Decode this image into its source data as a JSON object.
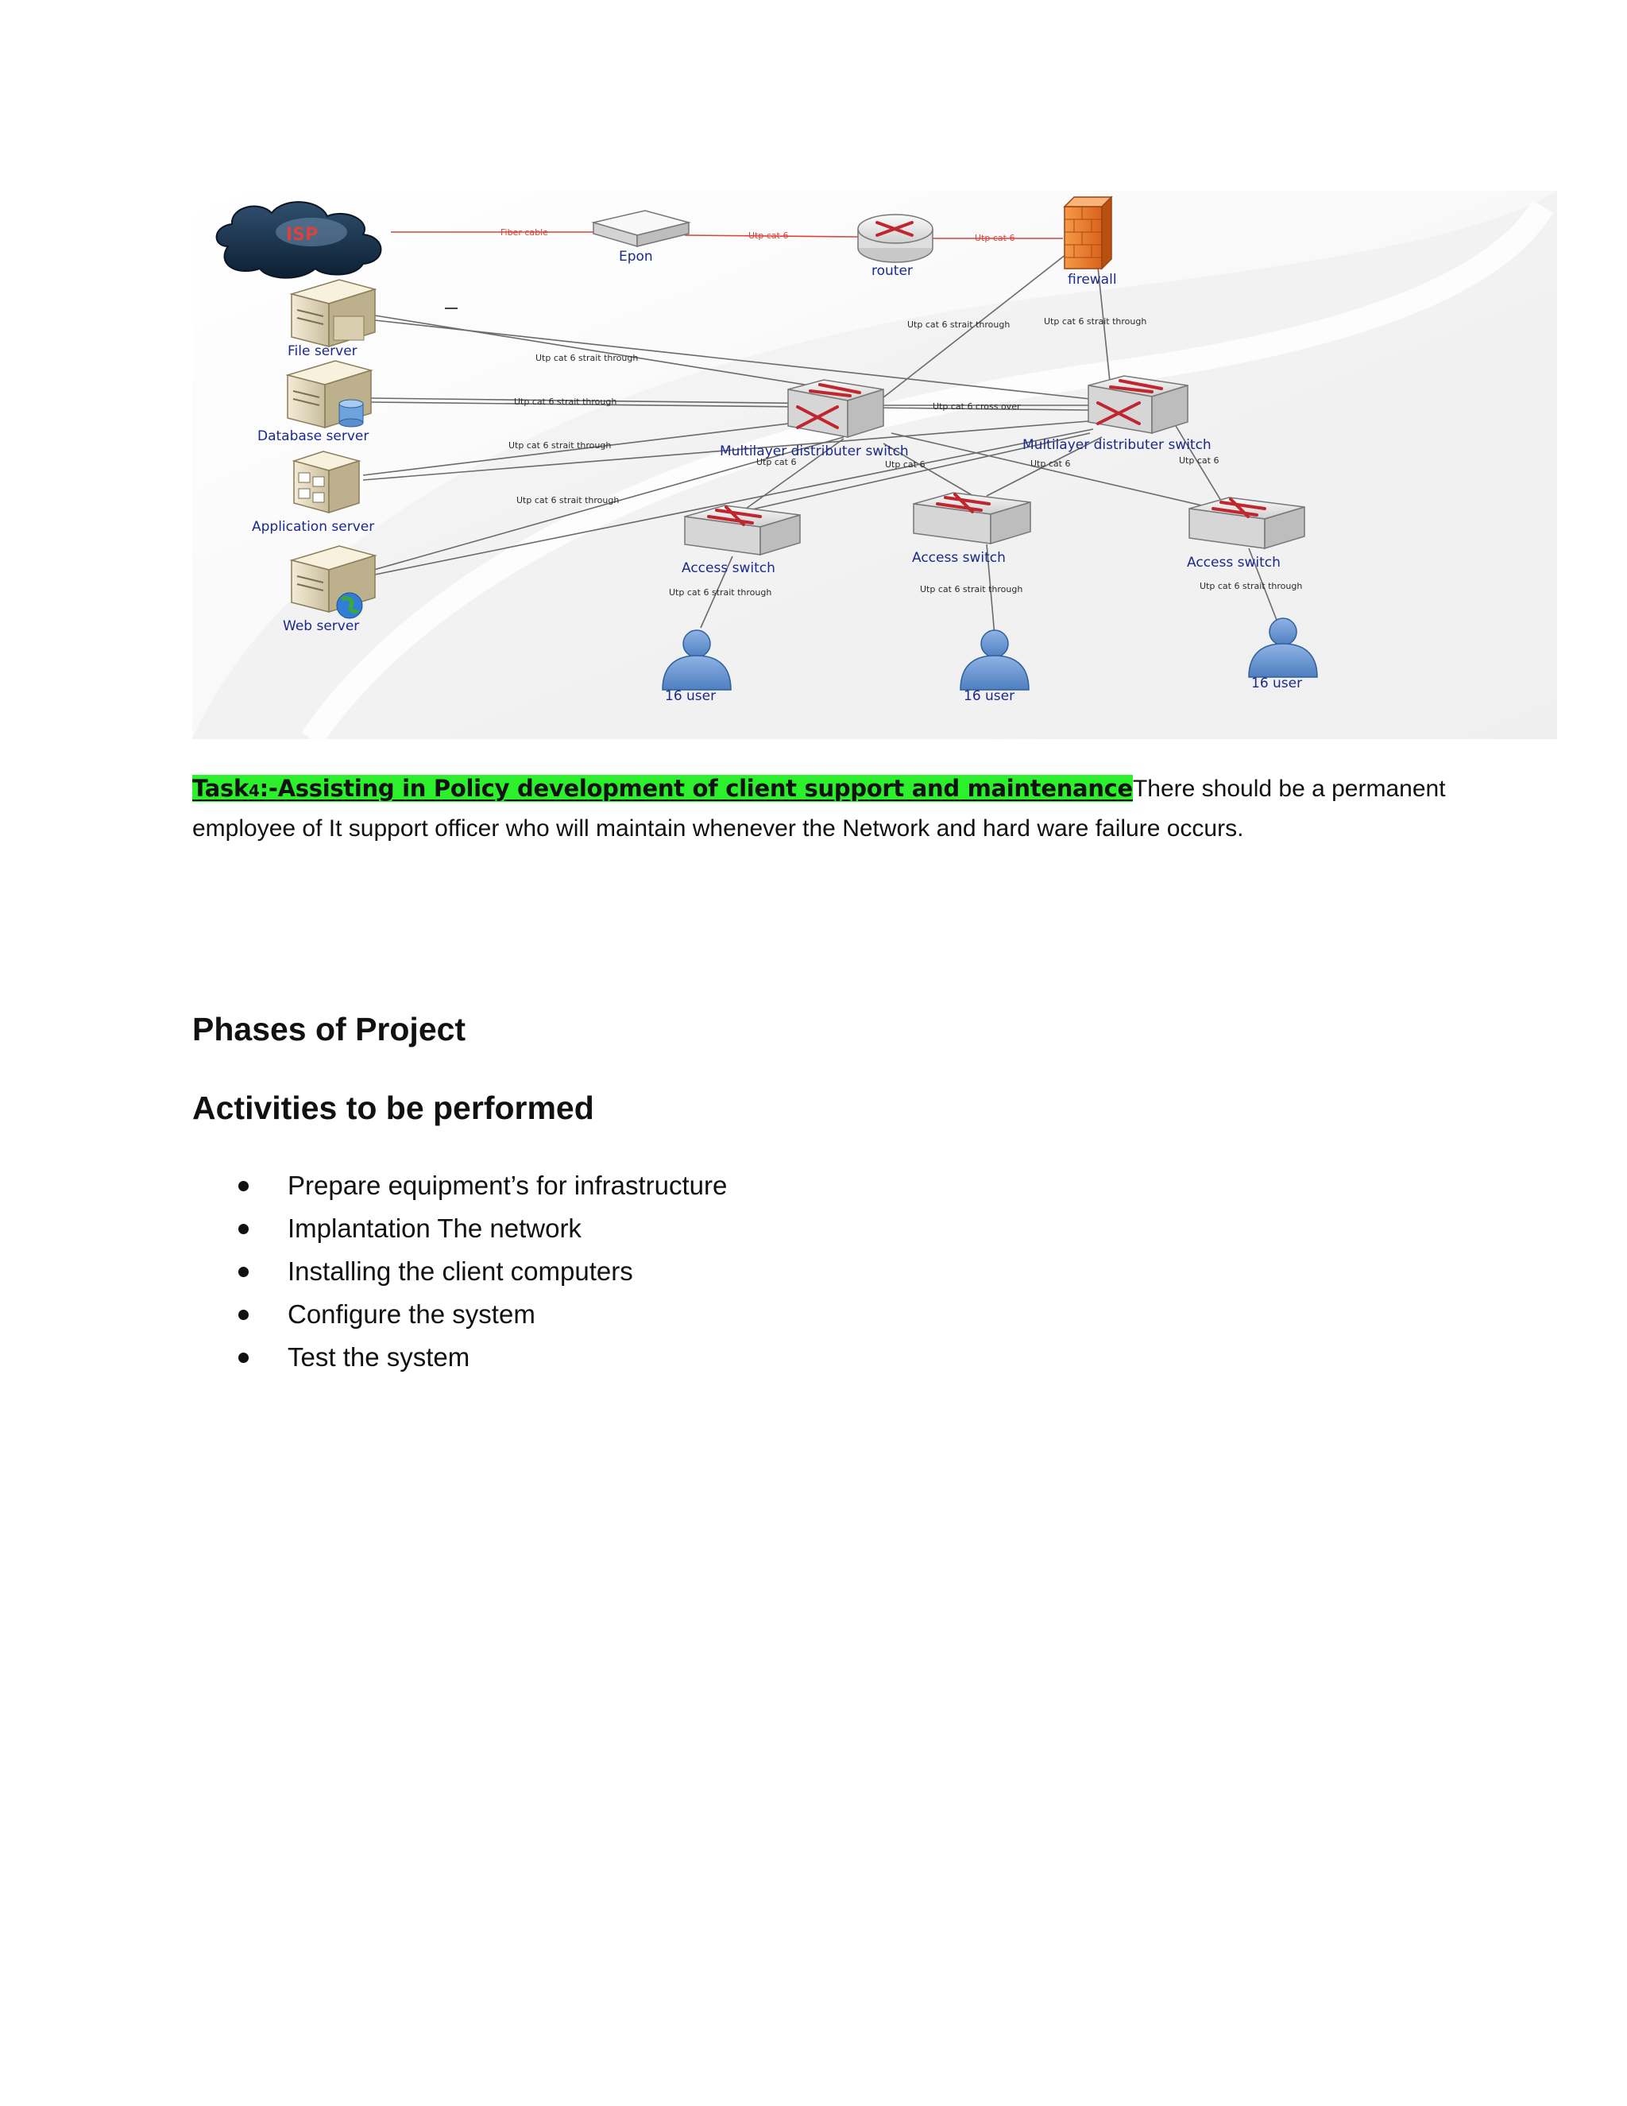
{
  "diagram": {
    "nodes": {
      "isp": "ISP",
      "epon": "Epon",
      "router": "router",
      "firewall": "firewall",
      "file_server": "File server",
      "database_server": "Database server",
      "application_server": "Application server",
      "web_server": "Web server",
      "ml_switch_1": "Multilayer distributer switch",
      "ml_switch_2": "Multilayer distributer switch",
      "access_switch_1": "Access switch",
      "access_switch_2": "Access switch",
      "access_switch_3": "Access switch",
      "users_1": "16 user",
      "users_2": "16 user",
      "users_3": "16 user"
    },
    "links": {
      "fiber": "Fiber cable",
      "epon_router": "Utp cat 6",
      "router_firewall": "Utp cat 6",
      "router_ml": "Utp cat 6 strait through",
      "firewall_ml": "Utp cat 6 strait through",
      "file_server": "Utp cat 6 strait through",
      "database_server": "Utp cat 6 strait through",
      "application_server": "Utp cat 6 strait through",
      "web_server": "Utp cat 6 strait through",
      "cross_over": "Utp cat 6 cross over",
      "ml1_down_a": "Utp cat 6",
      "ml1_down_b": "Utp cat 6",
      "ml2_down_a": "Utp cat  6",
      "ml2_down_b": "Utp cat 6",
      "access1_users": "Utp cat 6 strait through",
      "access2_users": "Utp cat 6 strait through",
      "access3_users": "Utp cat 6 strait through"
    }
  },
  "task": {
    "heading_prefix": "Task",
    "heading_number": "4",
    "heading_rest": ":-Assisting in Policy development of client support and maintenance",
    "body": "There should be a permanent employee of It support officer who will maintain whenever the Network and hard ware failure occurs."
  },
  "headings": {
    "phases": "Phases of Project",
    "activities": "Activities to be performed"
  },
  "activities": [
    "Prepare equipment’s for infrastructure",
    "Implantation The network",
    "Installing the client computers",
    "Configure the system",
    "Test the system"
  ]
}
